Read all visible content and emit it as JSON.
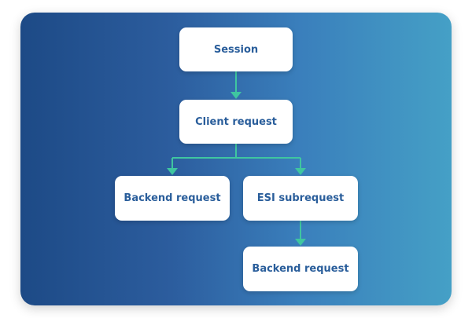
{
  "diagram": {
    "nodes": {
      "session": "Session",
      "client_request": "Client request",
      "backend_request_left": "Backend request",
      "esi_subrequest": "ESI subrequest",
      "backend_request_bottom": "Backend request"
    },
    "edges": [
      {
        "from": "Session",
        "to": "Client request"
      },
      {
        "from": "Client request",
        "to": "Backend request"
      },
      {
        "from": "Client request",
        "to": "ESI subrequest"
      },
      {
        "from": "ESI subrequest",
        "to": "Backend request"
      }
    ],
    "colors": {
      "gradient_start": "#1d4a86",
      "gradient_end": "#45a0c6",
      "node_fill": "#ffffff",
      "node_text": "#2a5e9b",
      "connector": "#3fc6a0"
    }
  }
}
